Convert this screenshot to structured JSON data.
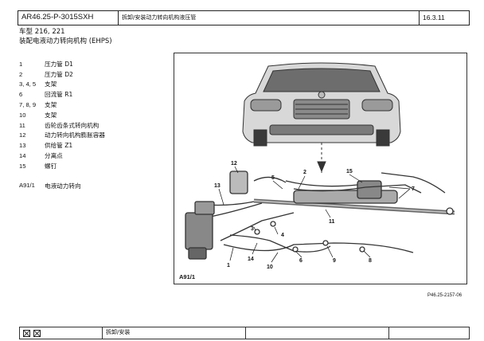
{
  "header": {
    "doc_id": "AR46.25-P-3015SXH",
    "title": "拆卸/安装动力转向机构液压管",
    "section": "16.3.11"
  },
  "model": {
    "line1": "车型  216, 221",
    "line2": "装配电液动力转向机构 (EHPS)"
  },
  "legend": [
    {
      "num": "1",
      "label": "压力管 D1"
    },
    {
      "num": "2",
      "label": "压力管 D2"
    },
    {
      "num": "3, 4, 5",
      "label": "支架"
    },
    {
      "num": "6",
      "label": "回流管 R1"
    },
    {
      "num": "7, 8, 9",
      "label": "支架"
    },
    {
      "num": "10",
      "label": "支架"
    },
    {
      "num": "11",
      "label": "齿轮齿条式转向机构"
    },
    {
      "num": "12",
      "label": "动力转向机构膨胀容器"
    },
    {
      "num": "13",
      "label": "供给管 Z1"
    },
    {
      "num": "14",
      "label": "分离点"
    },
    {
      "num": "15",
      "label": "螺钉"
    }
  ],
  "legend_extra": {
    "num": "A91/1",
    "label": "电液动力转向"
  },
  "figure": {
    "callouts": [
      "12",
      "13",
      "5",
      "2",
      "15",
      "7",
      "11",
      "3",
      "4",
      "6",
      "9",
      "8",
      "14",
      "1",
      "10"
    ],
    "component_label": "A91/1",
    "code": "P46.25-2157-06"
  },
  "footer": {
    "action": "拆卸/安装"
  }
}
